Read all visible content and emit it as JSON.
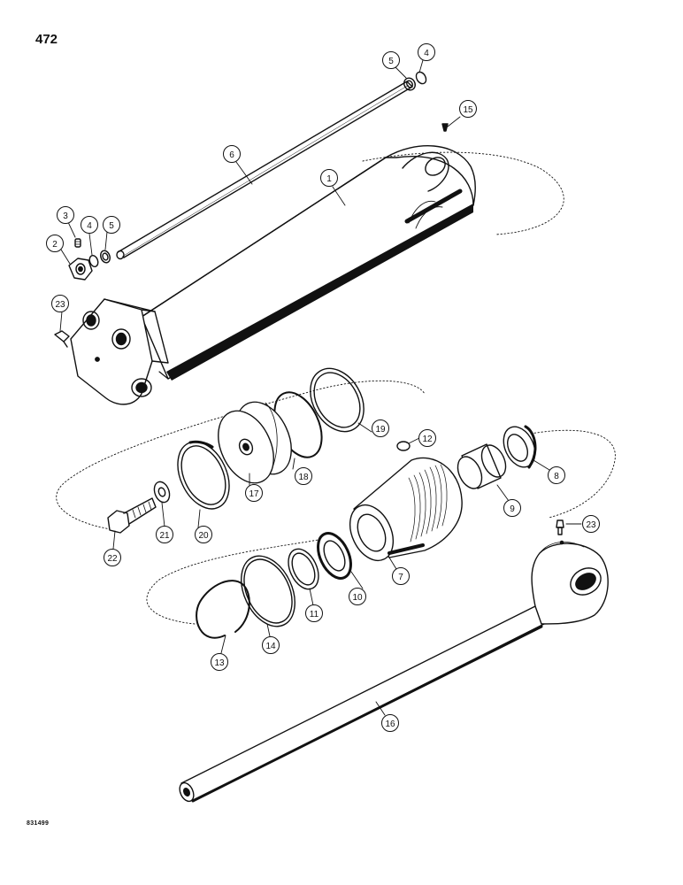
{
  "page_number": "472",
  "reference_code": "831499",
  "callouts": [
    "1",
    "2",
    "3",
    "4",
    "4",
    "5",
    "5",
    "6",
    "7",
    "8",
    "9",
    "10",
    "11",
    "12",
    "13",
    "14",
    "15",
    "16",
    "17",
    "18",
    "19",
    "20",
    "21",
    "22",
    "23",
    "23"
  ]
}
